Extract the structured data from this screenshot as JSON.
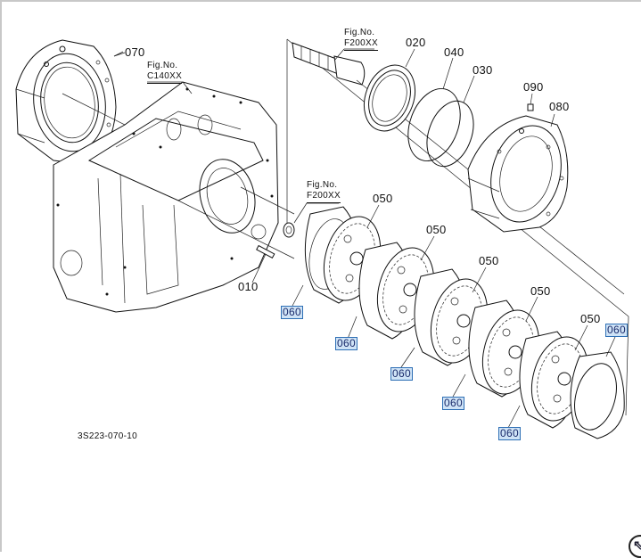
{
  "diagram": {
    "drawing_code": "3S223-070-10",
    "fig_refs": [
      {
        "id": "fig-c140",
        "line1": "Fig.No.",
        "line2": "C140XX"
      },
      {
        "id": "fig-f200-top",
        "line1": "Fig.No.",
        "line2": "F200XX"
      },
      {
        "id": "fig-f200-mid",
        "line1": "Fig.No.",
        "line2": "F200XX"
      }
    ],
    "part_labels": [
      {
        "ref": "070",
        "highlighted": false
      },
      {
        "ref": "020",
        "highlighted": false
      },
      {
        "ref": "040",
        "highlighted": false
      },
      {
        "ref": "030",
        "highlighted": false
      },
      {
        "ref": "090",
        "highlighted": false
      },
      {
        "ref": "080",
        "highlighted": false
      },
      {
        "ref": "010",
        "highlighted": false
      },
      {
        "ref": "050",
        "highlighted": false
      },
      {
        "ref": "050",
        "highlighted": false
      },
      {
        "ref": "050",
        "highlighted": false
      },
      {
        "ref": "050",
        "highlighted": false
      },
      {
        "ref": "050",
        "highlighted": false
      }
    ],
    "highlighted_labels": [
      {
        "ref": "060"
      },
      {
        "ref": "060"
      },
      {
        "ref": "060"
      },
      {
        "ref": "060"
      },
      {
        "ref": "060"
      },
      {
        "ref": "060"
      }
    ],
    "highlight_colors": {
      "fill": "#cfe3f6",
      "border": "#2e6fb5"
    }
  },
  "controls": {
    "expand_icon": "arrow-up-left-icon",
    "expand_glyph": "⇖"
  }
}
